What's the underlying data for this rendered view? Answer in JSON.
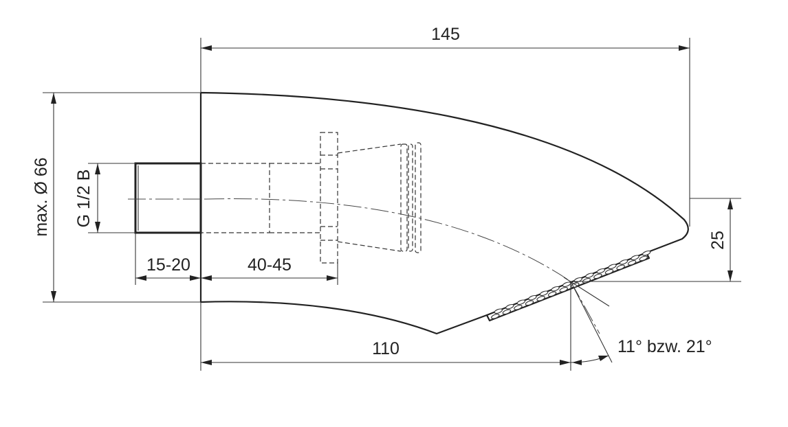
{
  "dimensions": {
    "overall_length": "145",
    "max_diameter": "max. Ø 66",
    "thread": "G 1/2 B",
    "thread_length": "15-20",
    "insertion_depth": "40-45",
    "outlet_offset": "25",
    "outlet_distance": "110",
    "tilt_angle": "11° bzw. 21°"
  },
  "colors": {
    "line": "#222222",
    "background": "#ffffff"
  }
}
